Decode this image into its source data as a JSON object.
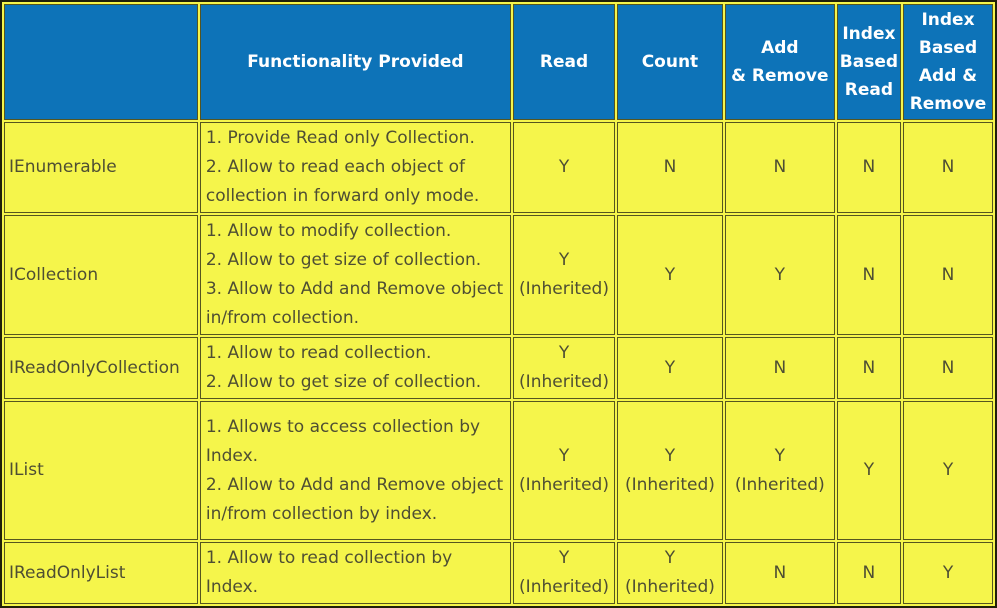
{
  "colors": {
    "header_background": "#0d73b8",
    "header_text": "#ffffff",
    "cell_background": "#f5f54b",
    "body_text": "#4e4e33",
    "cell_border": "#55551f",
    "outer_border": "#20200a"
  },
  "table": {
    "header": {
      "empty": "",
      "functionality": "Functionality Provided",
      "read": "Read",
      "count": "Count",
      "add_remove": "Add\n& Remove",
      "index_read": "Index\nBased\nRead",
      "index_add_remove": "Index\nBased\nAdd &\nRemove"
    },
    "rows": [
      {
        "name": "IEnumerable",
        "functionality": "1. Provide Read only Collection.\n2. Allow to read each object of collection in forward only mode.",
        "read": "Y",
        "count": "N",
        "add_remove": "N",
        "index_read": "N",
        "index_add_remove": "N"
      },
      {
        "name": "ICollection",
        "functionality": "1. Allow to modify collection.\n2. Allow to get size of collection.\n3. Allow to Add and Remove object in/from collection.",
        "read": "Y\n(Inherited)",
        "count": "Y",
        "add_remove": "Y",
        "index_read": "N",
        "index_add_remove": "N"
      },
      {
        "name": "IReadOnlyCollection",
        "functionality": "1. Allow to read collection.\n2. Allow to get size of collection.",
        "read": "Y\n(Inherited)",
        "count": "Y",
        "add_remove": "N",
        "index_read": "N",
        "index_add_remove": "N"
      },
      {
        "name": "IList",
        "functionality": "1. Allows to access collection by Index.\n2. Allow to Add and Remove object in/from collection by index.",
        "read": "Y\n(Inherited)",
        "count": "Y\n(Inherited)",
        "add_remove": "Y\n(Inherited)",
        "index_read": "Y",
        "index_add_remove": "Y"
      },
      {
        "name": "IReadOnlyList",
        "functionality": "1. Allow to read collection by Index.",
        "read": "Y\n(Inherited)",
        "count": "Y\n(Inherited)",
        "add_remove": "N",
        "index_read": "N",
        "index_add_remove": "Y"
      }
    ]
  }
}
